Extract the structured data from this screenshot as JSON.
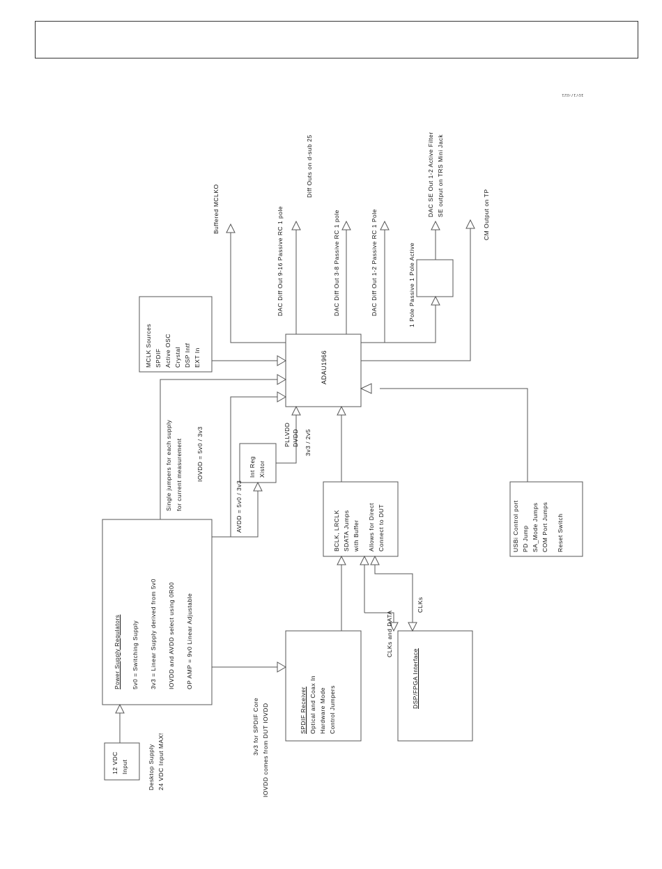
{
  "figure_id": "10717-021",
  "chip": {
    "label": "ADAU1966"
  },
  "mclk_sources": {
    "title": "MCLK Sources",
    "items": [
      "SPDIF",
      "Active OSC",
      "Crystal",
      "DSP Intf",
      "EXT In"
    ]
  },
  "int_reg": {
    "lines": [
      "Int Reg",
      "Xistor"
    ]
  },
  "bclk_box": {
    "lines": [
      "BCLK, LRCLK",
      "SDATA Jumps",
      "with Buffer"
    ],
    "note_lines": [
      "Allows for Direct",
      "Connect to DUT"
    ]
  },
  "usbi_box": {
    "lines": [
      "USBi Control port",
      "PD Jump",
      "SA_Mode Jumps",
      "COM Port Jumps",
      "Reset Switch"
    ]
  },
  "power_supply": {
    "title": "Power Supply Regulators",
    "lines": [
      "5v0 = Switching Supply",
      "3v3 = Linear Supply derived from 5v0",
      "IOVDD and AVDD select using 0R00",
      "OP AMP = 9v0 Linear Adjustable"
    ]
  },
  "input_12v": {
    "lines": [
      "12 VDC",
      "Input"
    ]
  },
  "desktop_supply": {
    "lines": [
      "Desktop Supply",
      "24 VDC Input MAX!"
    ]
  },
  "spdif_receiver": {
    "title": "SPDIF Receiver",
    "lines": [
      "Optical and Coax In",
      "Hardware Mode",
      "Control Jumpers"
    ]
  },
  "dsp_fpga": {
    "title": "DSP/FPGA Interface"
  },
  "outputs": {
    "buffered_mclko": "Buffered MCLKO",
    "dac_9_16": "DAC Diff Out 9-16 Passive RC 1 pole",
    "diff_outs_dsub": "Diff Outs on d-sub 25",
    "dac_3_8": "DAC Diff Out 3-8 Passive RC 1 pole",
    "dac_1_2": "DAC Diff Out 1-2 Passive RC 1 Pole",
    "one_pole_active": "1 Pole Passive 1 Pole Active",
    "dac_se": "DAC SE Out 1-2 Active Filter",
    "se_output": "SE output on TRS Mini Jack",
    "cm_output": "CM Output on TP"
  },
  "labels": {
    "single_jumpers_1": "Single jumpers for each supply",
    "single_jumpers_2": "for current measurement",
    "iovdd": "IOVDD = 5v0 / 3v3",
    "avdd": "AVDD = 5v0 / 3v3",
    "pllvdd": "PLLVDD",
    "dvdd": "DVDD",
    "v3v3_2v5": "3v3 / 2v5",
    "spdif_core_1": "3v3 for SPDIF Core",
    "spdif_core_2": "IOVDD comes from DUT IOVDD",
    "clks": "CLKs",
    "clks_data": "CLKs and DATA"
  }
}
